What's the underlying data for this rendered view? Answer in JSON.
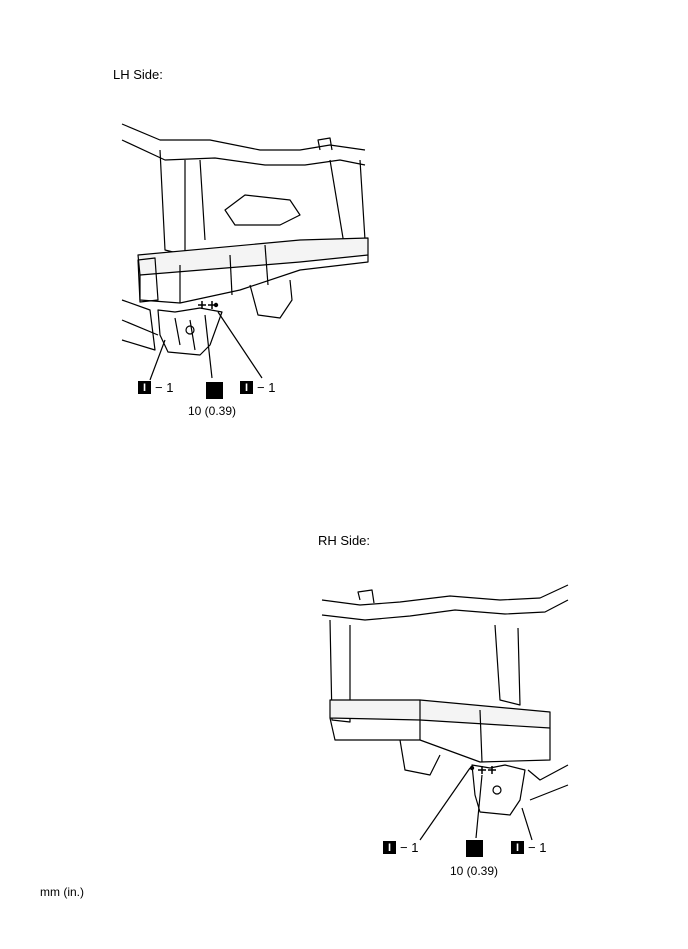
{
  "lh": {
    "title": "LH Side:",
    "callout_left": "− 1",
    "callout_right": "− 1",
    "icon_letter": "I",
    "torque_value": "10 (0.39)"
  },
  "rh": {
    "title": "RH Side:",
    "callout_left": "− 1",
    "callout_right": "− 1",
    "icon_letter": "I",
    "torque_value": "10 (0.39)"
  },
  "units": "mm (in.)",
  "colors": {
    "ink": "#000000",
    "paper": "#ffffff",
    "frame_fill": "#f4f4f4"
  }
}
